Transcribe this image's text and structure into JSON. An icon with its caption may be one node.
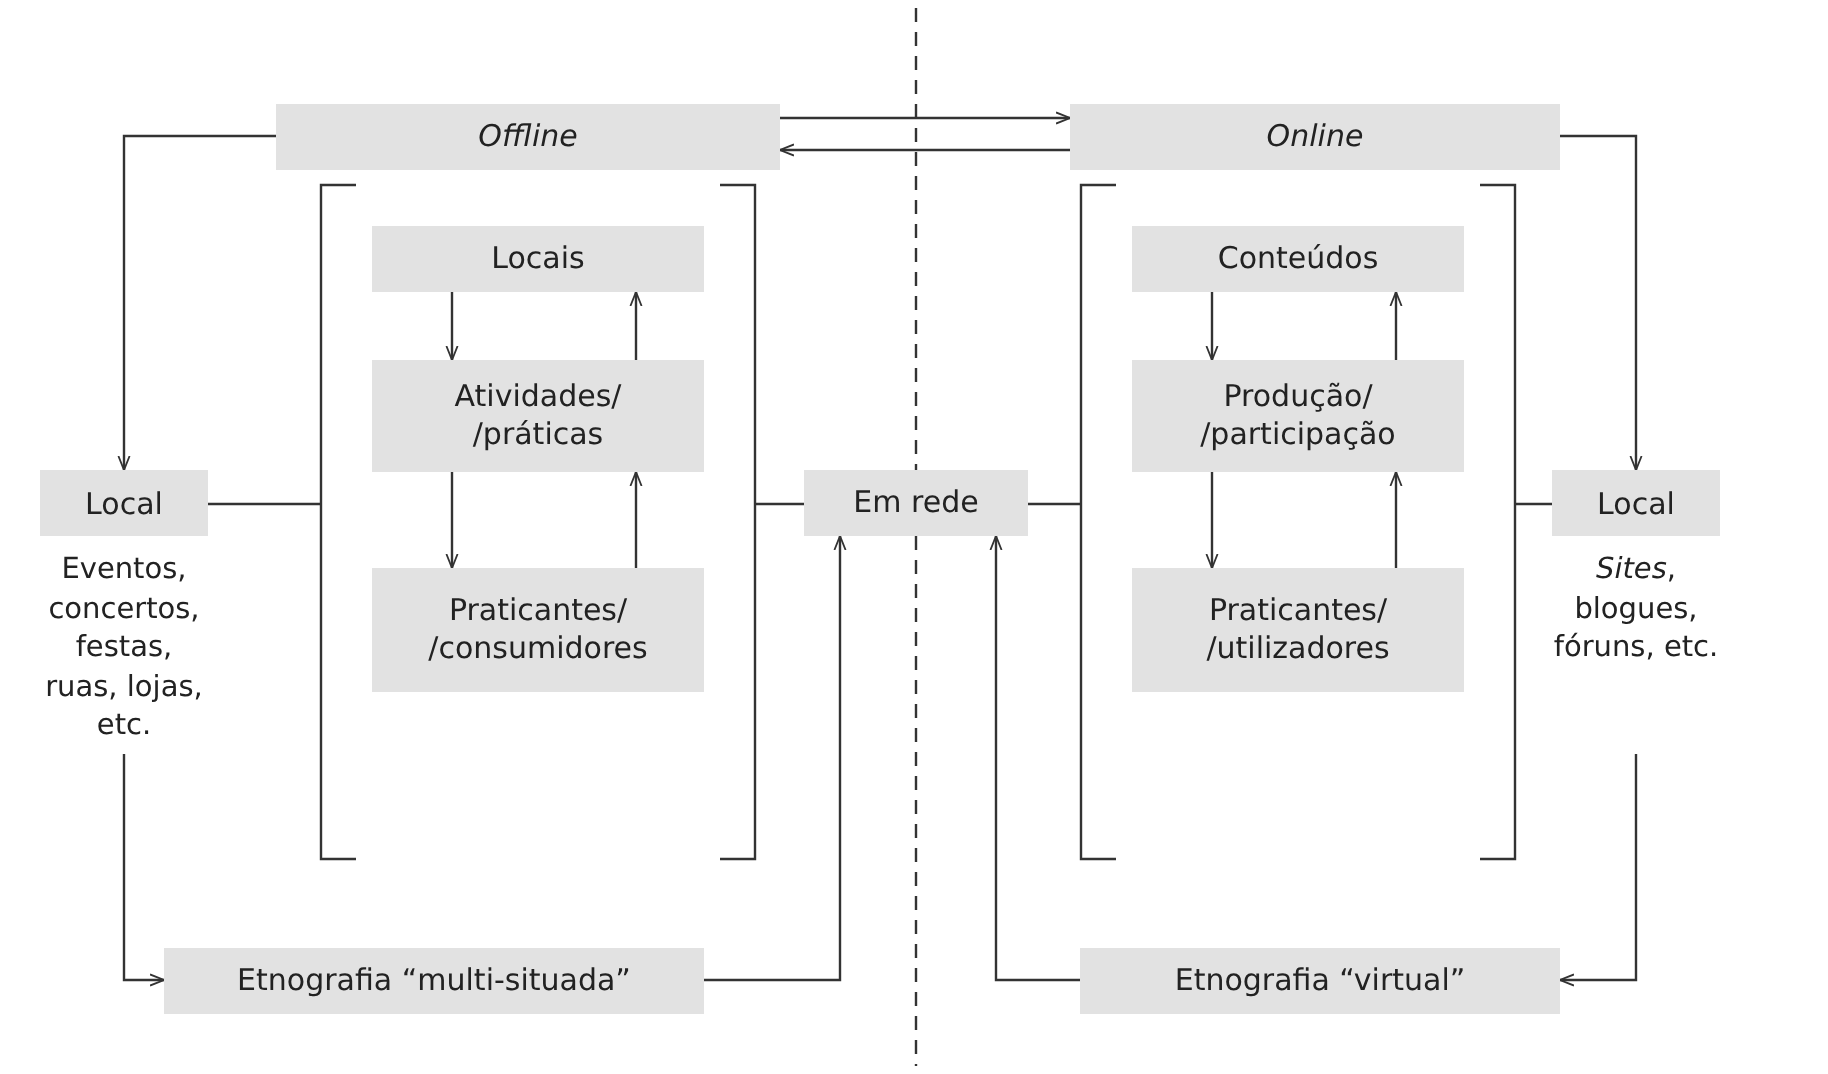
{
  "diagram": {
    "nodes": [
      {
        "text": [
          "Offline"
        ]
      },
      {
        "text": [
          "Online"
        ]
      },
      {
        "text": [
          "Local",
          "Eventos, concertos, festas, ruas, lojas, etc."
        ]
      },
      {
        "text": [],
        "shape": "bracket"
      },
      {
        "text": [
          "Locais"
        ],
        "in": 3
      },
      {
        "text": [
          "Atividades/ /práticas"
        ],
        "in": 3
      },
      {
        "text": [
          "Praticantes/ /consumidores"
        ],
        "in": 3
      },
      {
        "text": [
          "Em rede"
        ]
      },
      {
        "text": [],
        "shape": "bracket"
      },
      {
        "text": [
          "Conteúdos"
        ],
        "in": 8
      },
      {
        "text": [
          "Produção/ /participação"
        ],
        "in": 8
      },
      {
        "text": [
          "Praticantes/ /utilizadores"
        ],
        "in": 8
      },
      {
        "text": [
          "Local",
          "*Sites*, blogues, fóruns, etc."
        ]
      },
      {
        "text": [
          "Etnografia “multi-situada”"
        ]
      },
      {
        "text": [
          "Etnografia “virtual”"
        ]
      }
    ],
    "edges": [
      {
        "from": 0,
        "to": 1,
        "arrow": "to"
      },
      {
        "from": 1,
        "to": 0,
        "arrow": "to"
      },
      {
        "from": 0,
        "to": 2,
        "arrow": "to"
      },
      {
        "from": 1,
        "to": 12,
        "arrow": "to"
      },
      {
        "from": 4,
        "to": 5,
        "arrow": "to"
      },
      {
        "from": 5,
        "to": 4,
        "arrow": "to"
      },
      {
        "from": 5,
        "to": 6,
        "arrow": "to"
      },
      {
        "from": 6,
        "to": 5,
        "arrow": "to"
      },
      {
        "from": 9,
        "to": 10,
        "arrow": "to"
      },
      {
        "from": 10,
        "to": 9,
        "arrow": "to"
      },
      {
        "from": 10,
        "to": 11,
        "arrow": "to"
      },
      {
        "from": 11,
        "to": 10,
        "arrow": "to"
      },
      {
        "from": 2,
        "to": 3,
        "arrow": "none"
      },
      {
        "from": 3,
        "to": 7,
        "arrow": "none"
      },
      {
        "from": 7,
        "to": 8,
        "arrow": "none"
      },
      {
        "from": 8,
        "to": 12,
        "arrow": "none"
      },
      {
        "from": 2,
        "to": 13,
        "arrow": "to"
      },
      {
        "from": 13,
        "to": 7,
        "arrow": "to"
      },
      {
        "from": 12,
        "to": 14,
        "arrow": "to"
      },
      {
        "from": 14,
        "to": 7,
        "arrow": "to"
      }
    ]
  }
}
